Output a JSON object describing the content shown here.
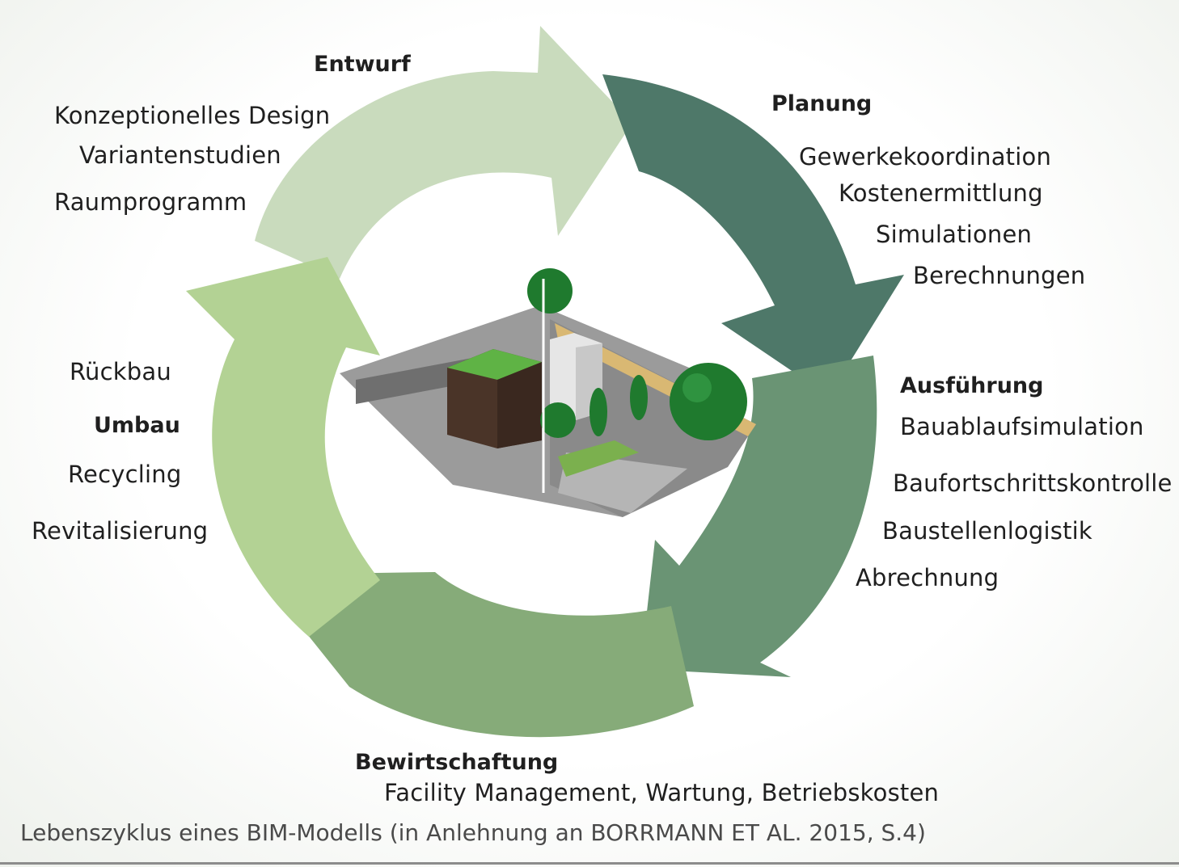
{
  "phases": {
    "entwurf": {
      "title": "Entwurf",
      "items": [
        "Konzeptionelles Design",
        "Variantenstudien",
        "Raumprogramm"
      ]
    },
    "planung": {
      "title": "Planung",
      "items": [
        "Gewerkekoordination",
        "Kostenermittlung",
        "Simulationen",
        "Berechnungen"
      ]
    },
    "ausfuehrung": {
      "title": "Ausführung",
      "items": [
        "Bauablaufsimulation",
        "Baufortschrittskontrolle",
        "Baustellenlogistik",
        "Abrechnung"
      ]
    },
    "bewirtschaftung": {
      "title": "Bewirtschaftung",
      "items": [
        "Facility Management, Wartung, Betriebskosten"
      ]
    },
    "umbau": {
      "title": "Umbau",
      "items": [
        "Rückbau",
        "Recycling",
        "Revitalisierung"
      ]
    }
  },
  "caption": "Lebenszyklus eines BIM-Modells (in Anlehnung an BORRMANN ET AL. 2015, S.4)",
  "colors": {
    "entwurf_arrow": "#c9dbbd",
    "planung_arrow": "#4e7869",
    "ausfuehrung_arrow": "#6a9474",
    "bewirtschaftung_arrow": "#86ab79",
    "umbau_arrow": "#b3d294"
  },
  "center_image": "building-model-illustration"
}
